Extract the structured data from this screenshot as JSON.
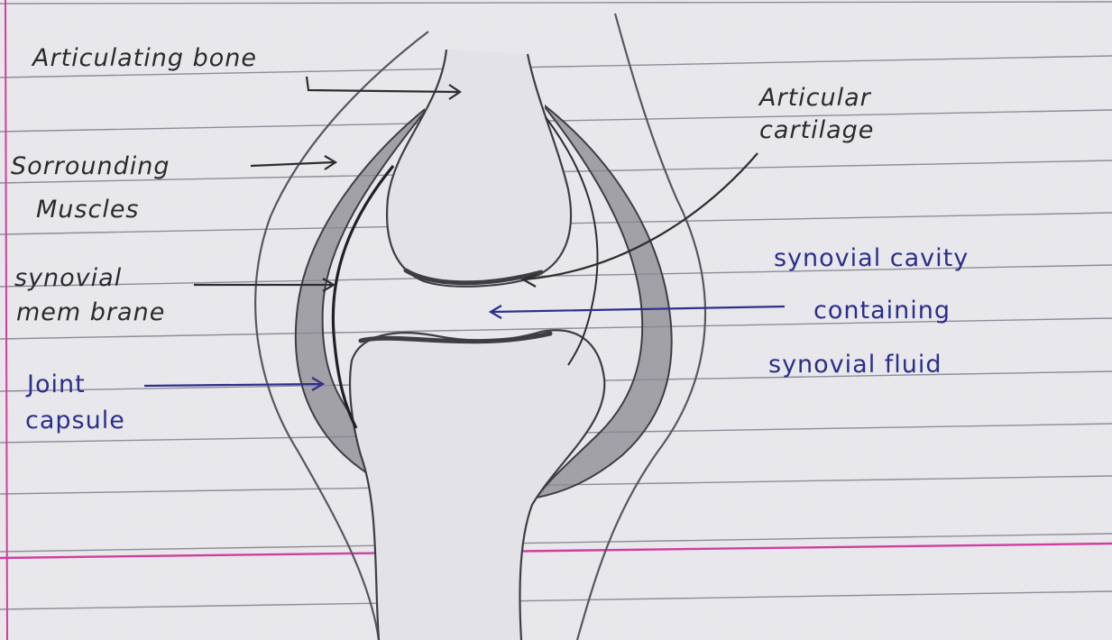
{
  "diagram": {
    "labels": {
      "articulating_bone": "Articulating bone",
      "articular_cartilage": [
        "Articular",
        "cartilage"
      ],
      "surrounding_muscles": [
        "Sorrounding",
        "Muscles"
      ],
      "synovial_membrane": [
        "synovial",
        "mem brane"
      ],
      "joint_capsule": [
        "Joint",
        "capsule"
      ],
      "synovial_cavity": [
        "synovial cavity",
        "containing",
        "synovial fluid"
      ]
    },
    "colors": {
      "paper": "#e9e8ec",
      "rule_line": "#8c8c9a",
      "margin_line": "#d23c9e",
      "pencil": "#2b2b2e",
      "blue_ink": "#2a2e8c",
      "shading": "#8a8890"
    }
  }
}
